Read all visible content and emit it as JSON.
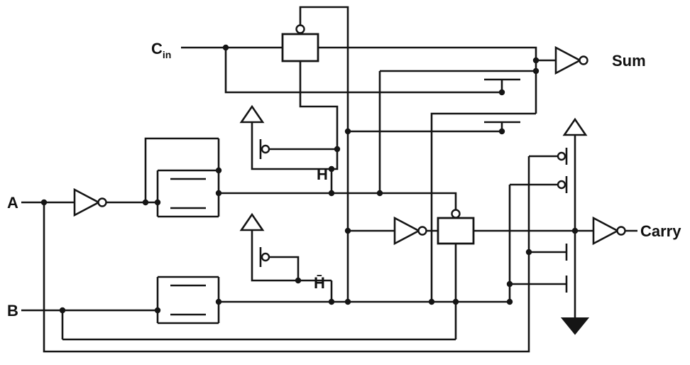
{
  "diagram": {
    "kind": "circuit-schematic",
    "labels": {
      "input_cin_main": "C",
      "input_cin_sub": "in",
      "input_a": "A",
      "input_b": "B",
      "node_h": "H",
      "node_h_bar": "H̄",
      "output_sum": "Sum",
      "output_carry": "Carry"
    },
    "colors": {
      "line": "#151515",
      "background": "#ffffff"
    }
  }
}
